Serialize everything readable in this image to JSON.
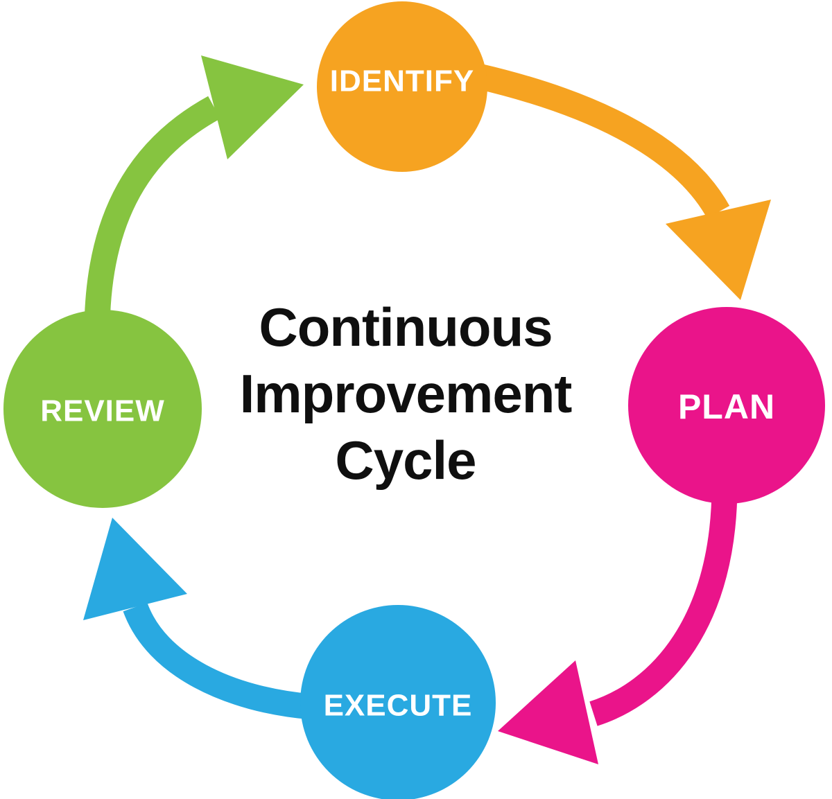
{
  "diagram": {
    "background_color": "#FFFFFF",
    "title": {
      "text": "Continuous Improvement Cycle",
      "lines": [
        "Continuous",
        "Improvement",
        "Cycle"
      ],
      "color": "#0F0F0F"
    },
    "stages": [
      {
        "id": "identify",
        "label": "IDENTIFY",
        "color": "#F6A321",
        "label_color": "#FFFFFF"
      },
      {
        "id": "plan",
        "label": "PLAN",
        "color": "#EA148A",
        "label_color": "#FFFFFF"
      },
      {
        "id": "execute",
        "label": "EXECUTE",
        "color": "#29A9E1",
        "label_color": "#FFFFFF"
      },
      {
        "id": "review",
        "label": "REVIEW",
        "color": "#86C440",
        "label_color": "#FFFFFF"
      }
    ],
    "arrows": [
      {
        "from": "IDENTIFY",
        "to": "PLAN",
        "color": "#F6A321"
      },
      {
        "from": "PLAN",
        "to": "EXECUTE",
        "color": "#EA148A"
      },
      {
        "from": "EXECUTE",
        "to": "REVIEW",
        "color": "#29A9E1"
      },
      {
        "from": "REVIEW",
        "to": "IDENTIFY",
        "color": "#86C440"
      }
    ]
  }
}
